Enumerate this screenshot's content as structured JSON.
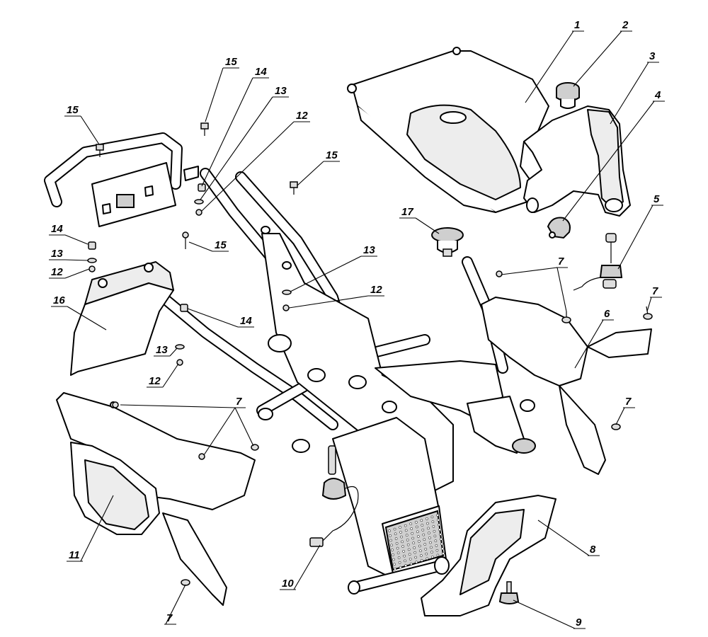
{
  "diagram": {
    "callouts": [
      {
        "id": "c1",
        "label": "1"
      },
      {
        "id": "c2",
        "label": "2"
      },
      {
        "id": "c3",
        "label": "3"
      },
      {
        "id": "c4",
        "label": "4"
      },
      {
        "id": "c5",
        "label": "5"
      },
      {
        "id": "c6",
        "label": "6"
      },
      {
        "id": "c7a",
        "label": "7"
      },
      {
        "id": "c7b",
        "label": "7"
      },
      {
        "id": "c7c",
        "label": "7"
      },
      {
        "id": "c7d",
        "label": "7"
      },
      {
        "id": "c7e",
        "label": "7"
      },
      {
        "id": "c8",
        "label": "8"
      },
      {
        "id": "c9",
        "label": "9"
      },
      {
        "id": "c10",
        "label": "10"
      },
      {
        "id": "c11",
        "label": "11"
      },
      {
        "id": "c12a",
        "label": "12"
      },
      {
        "id": "c12b",
        "label": "12"
      },
      {
        "id": "c12c",
        "label": "12"
      },
      {
        "id": "c12d",
        "label": "12"
      },
      {
        "id": "c13a",
        "label": "13"
      },
      {
        "id": "c13b",
        "label": "13"
      },
      {
        "id": "c13c",
        "label": "13"
      },
      {
        "id": "c13d",
        "label": "13"
      },
      {
        "id": "c14a",
        "label": "14"
      },
      {
        "id": "c14b",
        "label": "14"
      },
      {
        "id": "c14c",
        "label": "14"
      },
      {
        "id": "c15a",
        "label": "15"
      },
      {
        "id": "c15b",
        "label": "15"
      },
      {
        "id": "c15c",
        "label": "15"
      },
      {
        "id": "c15d",
        "label": "15"
      },
      {
        "id": "c16",
        "label": "16"
      },
      {
        "id": "c17",
        "label": "17"
      }
    ]
  }
}
